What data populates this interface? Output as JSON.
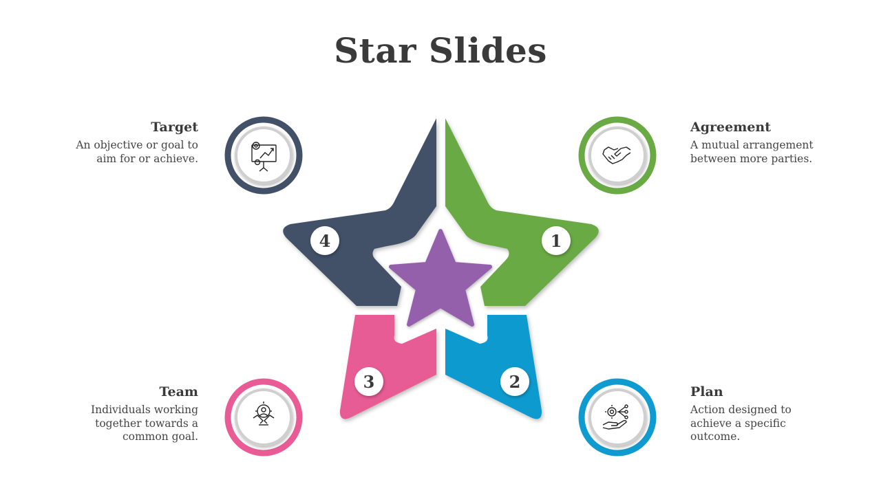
{
  "title": "Star Slides",
  "items": [
    {
      "number": "1",
      "heading": "Agreement",
      "desc": [
        "A mutual arrangement",
        "between more parties."
      ],
      "color": "#6aaa44",
      "icon": "handshake-icon"
    },
    {
      "number": "2",
      "heading": "Plan",
      "desc": [
        "Action designed to",
        "achieve a specific",
        "outcome."
      ],
      "color": "#0f9bcf",
      "icon": "gear-hand-network-icon"
    },
    {
      "number": "3",
      "heading": "Team",
      "desc": [
        "Individuals working",
        "together towards a",
        "common goal."
      ],
      "color": "#e85b95",
      "icon": "team-handshake-icon"
    },
    {
      "number": "4",
      "heading": "Target",
      "desc": [
        "An objective or goal to",
        "aim for or achieve."
      ],
      "color": "#425168",
      "icon": "presentation-board-icon"
    }
  ],
  "center_color": "#9560ab"
}
